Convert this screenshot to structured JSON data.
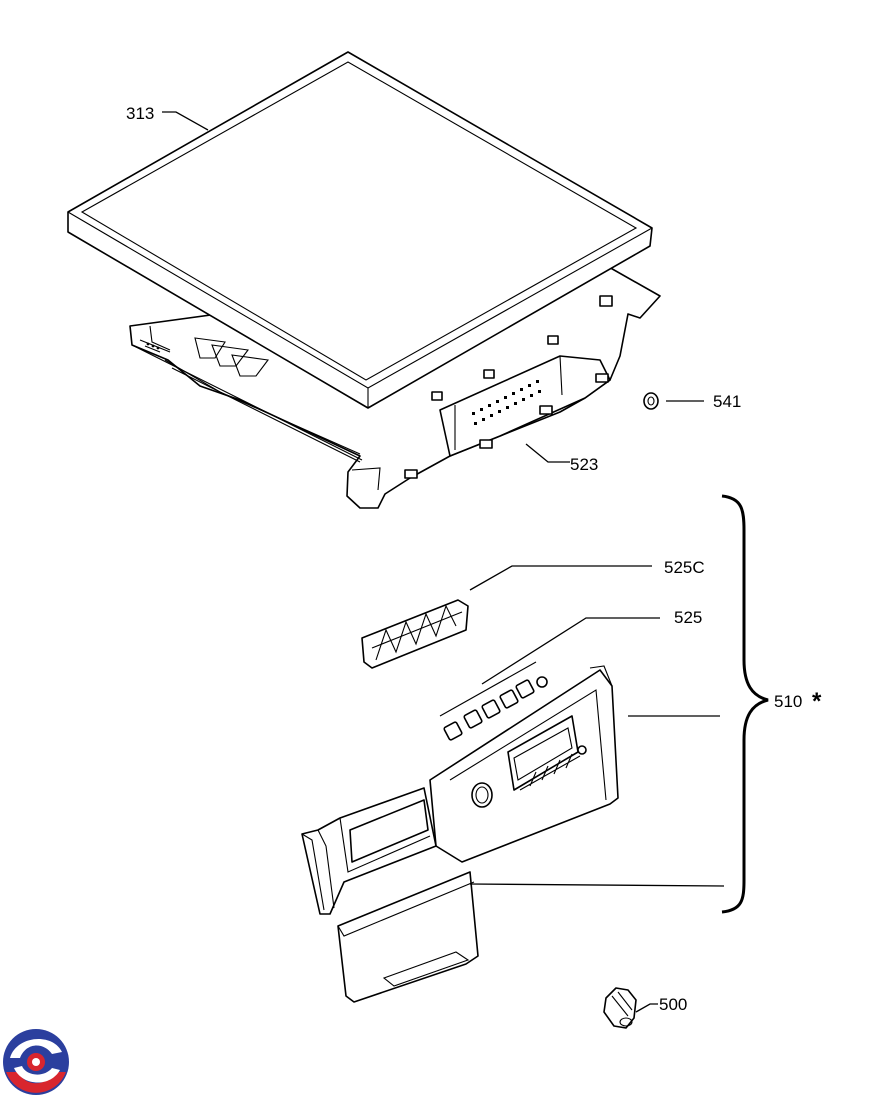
{
  "diagram": {
    "labels": {
      "p313": "313",
      "p523": "523",
      "p541": "541",
      "p525c": "525C",
      "p525": "525",
      "p510": "510",
      "p510_mark": "*",
      "p500": "500"
    }
  },
  "colors": {
    "line": "#000000",
    "background": "#ffffff",
    "logo_blue": "#2b3f9e",
    "logo_red": "#d8262e"
  },
  "icons": [
    "brand-logo-icon"
  ]
}
